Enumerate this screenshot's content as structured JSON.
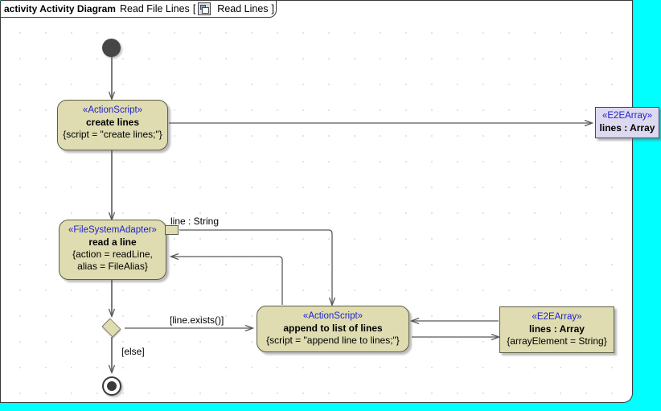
{
  "header": {
    "keyword": "activity Activity Diagram",
    "name": "Read File Lines",
    "bracket_open": "[",
    "diagram_icon": "diagram-icon",
    "diagram_label": "Read Lines",
    "bracket_close": "]"
  },
  "canvas": {
    "background": "#ffffff",
    "outside_color": "#00ffff",
    "grid_dot_color": "#9aa0b0"
  },
  "palette": {
    "action_fill": "#dedcb0",
    "action_border": "#5f5f46",
    "object_fill": "#dcd9f0",
    "object_border": "#4a4a66",
    "stereotype_color": "#2323c8",
    "connector_color": "#595959",
    "node_fill_initial": "#464646"
  },
  "nodes": {
    "initial": {
      "name": "initial-node"
    },
    "create_lines": {
      "stereotype": "«ActionScript»",
      "title": "create lines",
      "tag": "{script = \"create lines;\"}"
    },
    "read_a_line": {
      "stereotype": "«FileSystemAdapter»",
      "title": "read a line",
      "tag_line1": "{action = readLine,",
      "tag_line2": "alias = FileAlias}"
    },
    "append_lines": {
      "stereotype": "«ActionScript»",
      "title": "append to list of lines",
      "tag": "{script = \"append line to lines;\"}"
    },
    "array_top": {
      "stereotype": "«E2EArray»",
      "title": "lines : Array"
    },
    "array_bottom": {
      "stereotype": "«E2EArray»",
      "title": "lines : Array",
      "tag": "{arrayElement = String}"
    },
    "final": {
      "name": "activity-final-node"
    },
    "decision": {
      "name": "decision-node"
    }
  },
  "labels": {
    "pin_line_string": "line : String",
    "guard_exists": "[line.exists()]",
    "guard_else": "[else]"
  }
}
